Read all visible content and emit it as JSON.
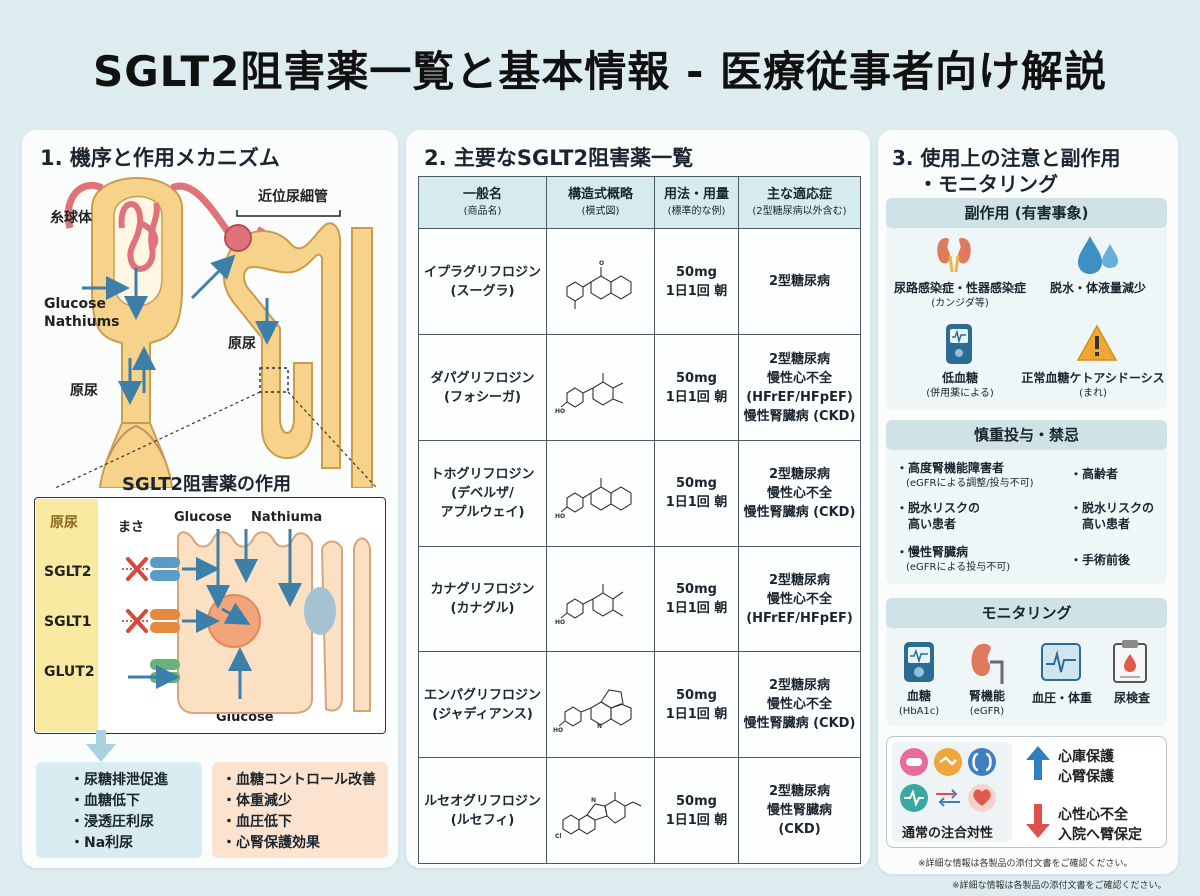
{
  "title": "SGLT2阻害薬一覧と基本情報 - 医療従事者向け解説",
  "panel1": {
    "title": "1. 機序と作用メカニズム",
    "labels": {
      "glomerulus": "糸球体",
      "proximal_tubule": "近位尿細管",
      "glucose": "Glucose",
      "nathiums": "Nathiums",
      "urine_left": "原尿",
      "urine_right": "原尿"
    },
    "inset": {
      "title": "SGLT2阻害薬の作用",
      "lumen": "原尿",
      "masa": "まさ",
      "glucose_top": "Glucose",
      "nathiuma": "Nathiuma",
      "glucose_bottom": "Glucose",
      "transporters": [
        "SGLT2",
        "SGLT1",
        "GLUT2"
      ]
    },
    "effects_left": [
      "・尿糖排泄促進",
      "・血糖低下",
      "・浸透圧利尿",
      "・Na利尿"
    ],
    "effects_right": [
      "・血糖コントロール改善",
      "・体重減少",
      "・血圧低下",
      "・心腎保護効果"
    ]
  },
  "panel2": {
    "title": "2. 主要なSGLT2阻害薬一覧",
    "headers": [
      {
        "main": "一般名",
        "sub": "(商品名)"
      },
      {
        "main": "構造式概略",
        "sub": "(模式図)"
      },
      {
        "main": "用法・用量",
        "sub": "(標準的な例)"
      },
      {
        "main": "主な適応症",
        "sub": "(2型糖尿病以外含む)"
      }
    ],
    "rows": [
      {
        "name": [
          "イプラグリフロジン",
          "(スーグラ)"
        ],
        "dose": [
          "50mg",
          "1日1回 朝"
        ],
        "indications": [
          "2型糖尿病"
        ]
      },
      {
        "name": [
          "ダパグリフロジン",
          "(フォシーガ)"
        ],
        "dose": [
          "50mg",
          "1日1回 朝"
        ],
        "indications": [
          "2型糖尿病",
          "慢性心不全",
          "(HFrEF/HFpEF)",
          "慢性腎臓病 (CKD)"
        ]
      },
      {
        "name": [
          "トホグリフロジン",
          "(デベルザ/",
          "アプルウェイ)"
        ],
        "dose": [
          "50mg",
          "1日1回 朝"
        ],
        "indications": [
          "2型糖尿病",
          "慢性心不全",
          "慢性腎臓病 (CKD)"
        ]
      },
      {
        "name": [
          "カナグリフロジン",
          "(カナグル)"
        ],
        "dose": [
          "50mg",
          "1日1回 朝"
        ],
        "indications": [
          "2型糖尿病",
          "慢性心不全",
          "(HFrEF/HFpEF)"
        ]
      },
      {
        "name": [
          "エンパグリフロジン",
          "(ジャディアンス)"
        ],
        "dose": [
          "50mg",
          "1日1回 朝"
        ],
        "indications": [
          "2型糖尿病",
          "慢性心不全",
          "慢性腎臓病 (CKD)"
        ]
      },
      {
        "name": [
          "ルセオグリフロジン",
          "(ルセフィ)"
        ],
        "dose": [
          "50mg",
          "1日1回 朝"
        ],
        "indications": [
          "2型糖尿病",
          "慢性腎臓病",
          "(CKD)"
        ]
      }
    ]
  },
  "panel3": {
    "title_line1": "3. 使用上の注意と副作用",
    "title_line2": "・モニタリング",
    "side_effects": {
      "heading": "副作用 (有害事象)",
      "items": [
        {
          "label": "尿路感染症・性器感染症",
          "sub": "(カンジダ等)"
        },
        {
          "label": "脱水・体液量減少",
          "sub": ""
        },
        {
          "label": "低血糖",
          "sub": "(併用薬による)"
        },
        {
          "label": "正常血糖ケトアシドーシス",
          "sub": "(まれ)"
        }
      ]
    },
    "cautions": {
      "heading": "慎重投与・禁忌",
      "left": [
        {
          "label": "・高度腎機能障害者",
          "sub": "(eGFRによる調整/投与不可)"
        },
        {
          "label": "・脱水リスクの",
          "sub2": "高い患者"
        },
        {
          "label": "・慢性腎臓病",
          "sub": "(eGFRによる投与不可)"
        }
      ],
      "right": [
        {
          "label": "・高齢者"
        },
        {
          "label": "・脱水リスクの",
          "sub2": "高い患者"
        },
        {
          "label": "・手術前後"
        }
      ]
    },
    "monitoring": {
      "heading": "モニタリング",
      "items": [
        {
          "label": "血糖",
          "sub": "(HbA1c)"
        },
        {
          "label": "腎機能",
          "sub": "(eGFR)"
        },
        {
          "label": "血圧・体重",
          "sub": ""
        },
        {
          "label": "尿検査",
          "sub": ""
        }
      ]
    },
    "benefits": {
      "caption": "通常の注合対性",
      "up_lines": [
        "心庫保護",
        "心臂保護"
      ],
      "down_lines": [
        "心性心不全",
        "入院へ臂保定"
      ]
    },
    "footnote_inner": "※詳細な情報は各製品の添付文書をご確認ください。"
  },
  "footnote_outer": "※詳細な情報は各製品の添付文書をご確認ください。",
  "colors": {
    "background": "#dcecef",
    "kidney_tubule": "#f6d28a",
    "vessel": "#e0727a",
    "arrow_blue": "#3d7fa8",
    "cell": "#fbe0c4",
    "sglt2": "#5b9bc4",
    "sglt1": "#e58a3c",
    "glut2": "#6ab27a",
    "inhibit": "#d9483b"
  }
}
